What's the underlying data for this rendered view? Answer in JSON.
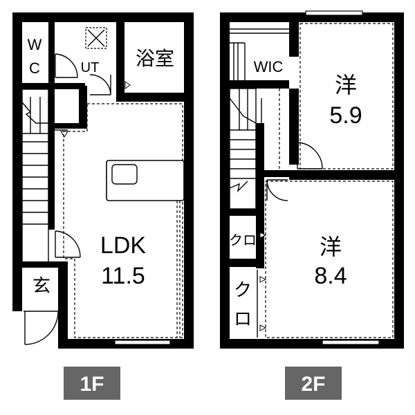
{
  "floor1": {
    "badge": "1F",
    "rooms": {
      "wc_top": "W",
      "wc_bottom": "C",
      "ut": "UT",
      "bath": "浴室",
      "ldk_name": "LDK",
      "ldk_size": "11.5",
      "entrance": "玄"
    }
  },
  "floor2": {
    "badge": "2F",
    "rooms": {
      "wic": "WIC",
      "western1_name": "洋",
      "western1_size": "5.9",
      "closet1": "クロ",
      "closet2_top": "ク",
      "closet2_bottom": "ロ",
      "western2_name": "洋",
      "western2_size": "8.4"
    }
  },
  "colors": {
    "wall": "#000000",
    "badge_bg": "#666666",
    "badge_text": "#ffffff"
  }
}
